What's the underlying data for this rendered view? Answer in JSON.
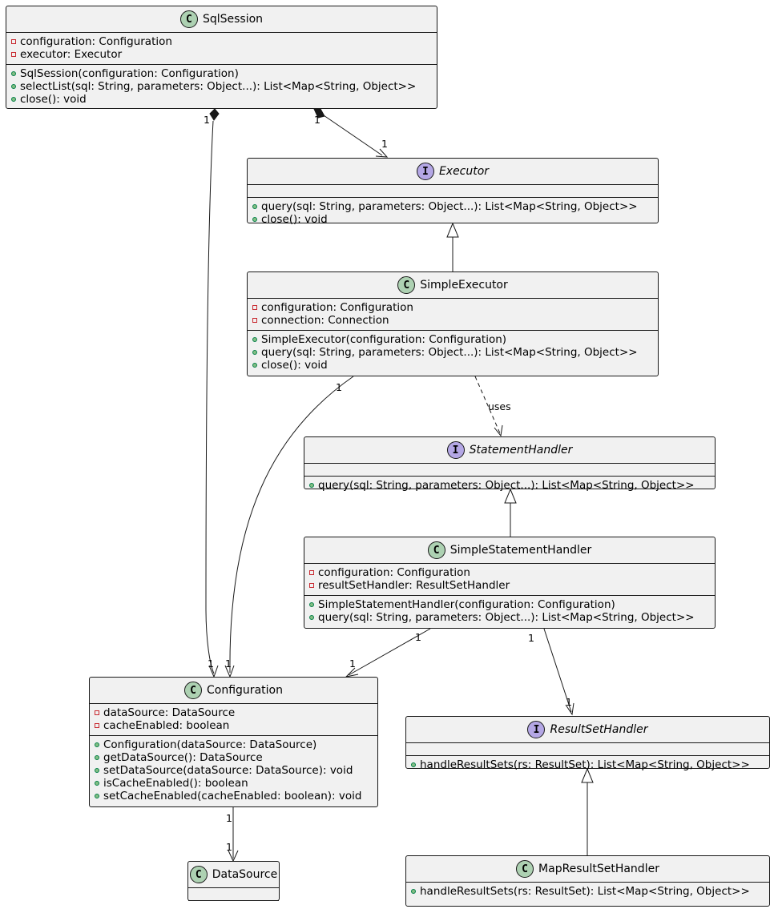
{
  "diagram": {
    "classes": {
      "sqlsession": {
        "name": "SqlSession",
        "kind": "class",
        "fields": [
          {
            "vis": "private",
            "text": "configuration: Configuration"
          },
          {
            "vis": "private",
            "text": "executor: Executor"
          }
        ],
        "methods": [
          {
            "vis": "public",
            "text": "SqlSession(configuration: Configuration)"
          },
          {
            "vis": "public",
            "text": "selectList(sql: String, parameters: Object...): List<Map<String, Object>>"
          },
          {
            "vis": "public",
            "text": "close(): void"
          }
        ]
      },
      "executor": {
        "name": "Executor",
        "kind": "interface",
        "fields": [],
        "methods": [
          {
            "vis": "public",
            "text": "query(sql: String, parameters: Object...): List<Map<String, Object>>"
          },
          {
            "vis": "public",
            "text": "close(): void"
          }
        ]
      },
      "simpleexecutor": {
        "name": "SimpleExecutor",
        "kind": "class",
        "fields": [
          {
            "vis": "private",
            "text": "configuration: Configuration"
          },
          {
            "vis": "private",
            "text": "connection: Connection"
          }
        ],
        "methods": [
          {
            "vis": "public",
            "text": "SimpleExecutor(configuration: Configuration)"
          },
          {
            "vis": "public",
            "text": "query(sql: String, parameters: Object...): List<Map<String, Object>>"
          },
          {
            "vis": "public",
            "text": "close(): void"
          }
        ]
      },
      "statementhandler": {
        "name": "StatementHandler",
        "kind": "interface",
        "fields": [],
        "methods": [
          {
            "vis": "public",
            "text": "query(sql: String, parameters: Object...): List<Map<String, Object>>"
          }
        ]
      },
      "simplestatementhandler": {
        "name": "SimpleStatementHandler",
        "kind": "class",
        "fields": [
          {
            "vis": "private",
            "text": "configuration: Configuration"
          },
          {
            "vis": "private",
            "text": "resultSetHandler: ResultSetHandler"
          }
        ],
        "methods": [
          {
            "vis": "public",
            "text": "SimpleStatementHandler(configuration: Configuration)"
          },
          {
            "vis": "public",
            "text": "query(sql: String, parameters: Object...): List<Map<String, Object>>"
          }
        ]
      },
      "configuration": {
        "name": "Configuration",
        "kind": "class",
        "fields": [
          {
            "vis": "private",
            "text": "dataSource: DataSource"
          },
          {
            "vis": "private",
            "text": "cacheEnabled: boolean"
          }
        ],
        "methods": [
          {
            "vis": "public",
            "text": "Configuration(dataSource: DataSource)"
          },
          {
            "vis": "public",
            "text": "getDataSource(): DataSource"
          },
          {
            "vis": "public",
            "text": "setDataSource(dataSource: DataSource): void"
          },
          {
            "vis": "public",
            "text": "isCacheEnabled(): boolean"
          },
          {
            "vis": "public",
            "text": "setCacheEnabled(cacheEnabled: boolean): void"
          }
        ]
      },
      "resultsethandler": {
        "name": "ResultSetHandler",
        "kind": "interface",
        "fields": [],
        "methods": [
          {
            "vis": "public",
            "text": "handleResultSets(rs: ResultSet): List<Map<String, Object>>"
          }
        ]
      },
      "datasource": {
        "name": "DataSource",
        "kind": "class",
        "fields": [],
        "methods": []
      },
      "mapresultsethandler": {
        "name": "MapResultSetHandler",
        "kind": "class",
        "fields": [],
        "methods": [
          {
            "vis": "public",
            "text": "handleResultSets(rs: ResultSet): List<Map<String, Object>>"
          }
        ]
      }
    },
    "relations": [
      {
        "from": "SqlSession",
        "to": "Executor",
        "type": "composition",
        "from_mult": "1",
        "to_mult": "1"
      },
      {
        "from": "SqlSession",
        "to": "Configuration",
        "type": "composition",
        "from_mult": "1",
        "to_mult": "1"
      },
      {
        "from": "SimpleExecutor",
        "to": "Executor",
        "type": "realization"
      },
      {
        "from": "SimpleExecutor",
        "to": "StatementHandler",
        "type": "dependency",
        "label": "uses"
      },
      {
        "from": "SimpleExecutor",
        "to": "Configuration",
        "type": "association",
        "from_mult": "1",
        "to_mult": "1"
      },
      {
        "from": "SimpleStatementHandler",
        "to": "StatementHandler",
        "type": "realization"
      },
      {
        "from": "SimpleStatementHandler",
        "to": "Configuration",
        "type": "association",
        "from_mult": "1",
        "to_mult": "1"
      },
      {
        "from": "SimpleStatementHandler",
        "to": "ResultSetHandler",
        "type": "association",
        "from_mult": "1",
        "to_mult": "1"
      },
      {
        "from": "Configuration",
        "to": "DataSource",
        "type": "association",
        "from_mult": "1",
        "to_mult": "1"
      },
      {
        "from": "MapResultSetHandler",
        "to": "ResultSetHandler",
        "type": "realization"
      }
    ]
  },
  "colors": {
    "box_fill": "#f1f1f1",
    "border": "#181818",
    "class_icon": "#add1b2",
    "interface_icon": "#b4a7e5",
    "private_marker": "#c82930",
    "public_marker": "#84be84"
  }
}
